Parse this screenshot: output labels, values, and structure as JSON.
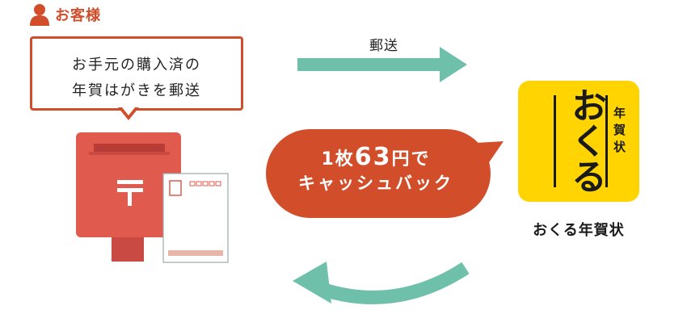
{
  "customer": {
    "label": "お客様",
    "message_line1": "お手元の購入済の",
    "message_line2": "年賀はがきを郵送"
  },
  "send_arrow": {
    "label": "郵送"
  },
  "cashback": {
    "prefix": "1枚",
    "amount": "63",
    "suffix": "円で",
    "line2": "キャッシュバック"
  },
  "service": {
    "logo_main": "おくる",
    "logo_sub": "年賀状",
    "name": "おくる年賀状"
  },
  "colors": {
    "brand_red": "#d24e2a",
    "arrow_teal": "#6fc0aa",
    "logo_yellow": "#ffd400",
    "postbox_red": "#e05a4e"
  }
}
